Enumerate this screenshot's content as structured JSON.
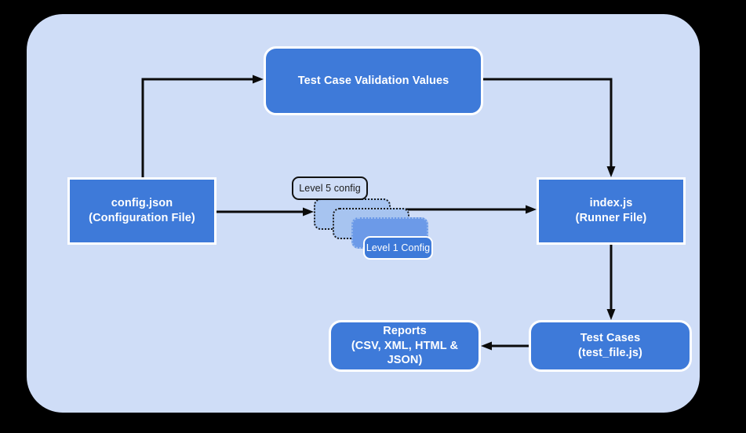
{
  "diagram": {
    "title": "Test automation framework flow",
    "background_color": "#000000",
    "panel_color": "#CFDDF7",
    "node_color": "#3E7AD9",
    "node_text_color": "#FFFFFF",
    "stack_color": "#A7C4F0",
    "stack_front_color": "#6C9AE8",
    "connector_color": "#0B0B0B"
  },
  "nodes": {
    "validation": {
      "label": "Test Case Validation Values"
    },
    "config": {
      "label": "config.json\n(Configuration File)"
    },
    "index": {
      "label": "index.js\n(Runner File)"
    },
    "test_cases": {
      "label": "Test Cases\n(test_file.js)"
    },
    "reports": {
      "label": "Reports\n(CSV, XML, HTML &\nJSON)"
    }
  },
  "config_stack": {
    "top_callout": {
      "label": "Level 5 config"
    },
    "front_callout": {
      "label": "Level 1 Config"
    },
    "layers": [
      {
        "name": "layer-3"
      },
      {
        "name": "layer-2"
      },
      {
        "name": "layer-1"
      }
    ]
  },
  "connectors": [
    {
      "name": "config-to-validation",
      "from": "config.json",
      "to": "Test Case Validation Values"
    },
    {
      "name": "validation-to-index",
      "from": "Test Case Validation Values",
      "to": "index.js"
    },
    {
      "name": "config-to-stack",
      "from": "config.json",
      "to": "config levels stack"
    },
    {
      "name": "stack-to-index",
      "from": "config levels stack",
      "to": "index.js"
    },
    {
      "name": "index-to-testcases",
      "from": "index.js",
      "to": "Test Cases"
    },
    {
      "name": "testcases-to-reports",
      "from": "Test Cases",
      "to": "Reports"
    }
  ]
}
